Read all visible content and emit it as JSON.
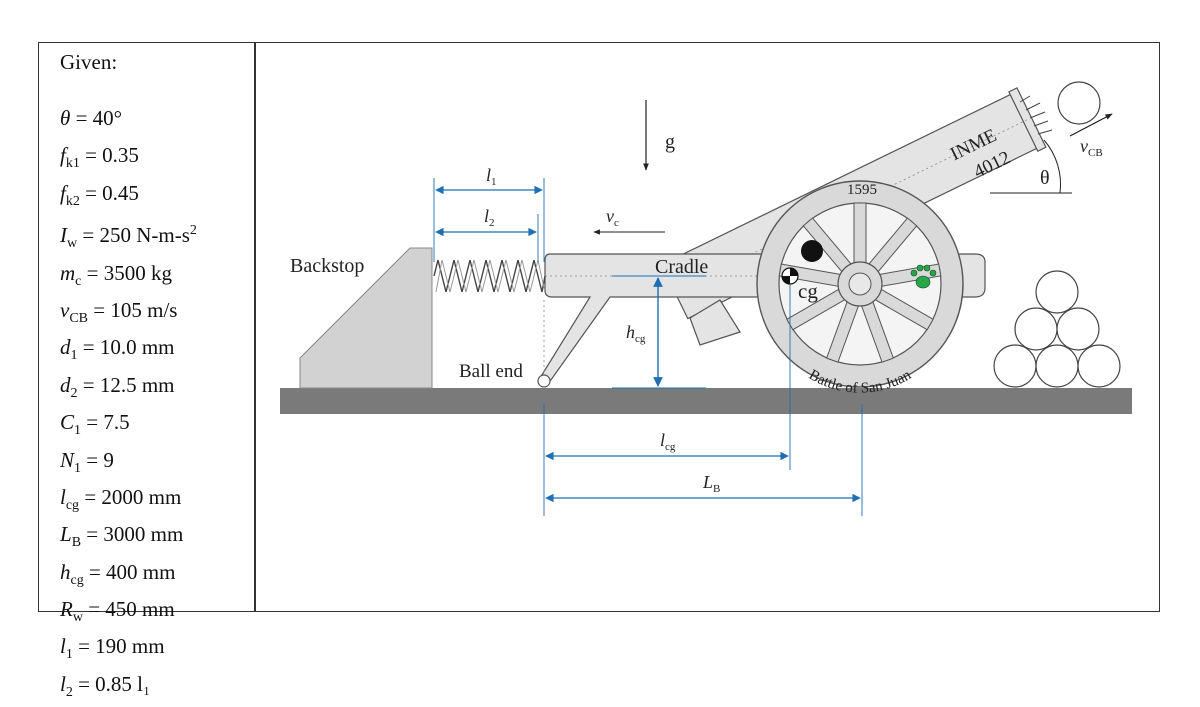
{
  "given": {
    "title": "Given:",
    "items": [
      {
        "sym": "θ",
        "sub": "",
        "sup": "",
        "rest": " = 40°"
      },
      {
        "sym": "f",
        "sub": "k1",
        "sup": "",
        "rest": " = 0.35"
      },
      {
        "sym": "f",
        "sub": "k2",
        "sup": "",
        "rest": " = 0.45"
      },
      {
        "sym": "I",
        "sub": "w",
        "sup": "2",
        "rest": " = 250 N-m-s"
      },
      {
        "sym": "m",
        "sub": "c",
        "sup": "",
        "rest": " = 3500 kg"
      },
      {
        "sym": "v",
        "sub": "CB",
        "sup": "",
        "rest": " = 105 m/s"
      },
      {
        "sym": "d",
        "sub": "1",
        "sup": "",
        "rest": " =  10.0 mm"
      },
      {
        "sym": "d",
        "sub": "2",
        "sup": "",
        "rest": " =  12.5 mm"
      },
      {
        "sym": "C",
        "sub": "1",
        "sup": "",
        "rest": " = 7.5"
      },
      {
        "sym": "N",
        "sub": "1",
        "sup": "",
        "rest": " = 9"
      },
      {
        "sym": "l",
        "sub": "cg",
        "sup": "",
        "rest": " = 2000 mm"
      },
      {
        "sym": "L",
        "sub": "B",
        "sup": "",
        "rest": " = 3000 mm"
      },
      {
        "sym": "h",
        "sub": "cg",
        "sup": "",
        "rest": " = 400 mm"
      },
      {
        "sym": "R",
        "sub": "w",
        "sup": "",
        "rest": " = 450 mm"
      },
      {
        "sym": "l",
        "sub": "1",
        "sup": "",
        "rest": " = 190 mm"
      },
      {
        "sym": "l",
        "sub": "2",
        "sup": "",
        "rest": " = 0.85 l₁"
      }
    ]
  },
  "diagram": {
    "backstop": "Backstop",
    "cradle": "Cradle",
    "ball_end": "Ball end",
    "cg": "cg",
    "g": "g",
    "theta": "θ",
    "barrel_text_1": "INME",
    "barrel_text_2": "4012",
    "wheel_top": "1595",
    "wheel_bottom": "Battle of San Juan",
    "l1": "l",
    "l1_sub": "1",
    "l2": "l",
    "l2_sub": "2",
    "vc": "v",
    "vc_sub": "c",
    "vcb": "v",
    "vcb_sub": "CB",
    "hcg": "h",
    "hcg_sub": "cg",
    "lcg": "l",
    "lcg_sub": "cg",
    "LB": "L",
    "LB_sub": "B"
  },
  "colors": {
    "dimension_blue": "#1f6fb2",
    "ground": "#7a7a7a",
    "body": "#e4e4e4",
    "paw": "#2aa54a"
  }
}
